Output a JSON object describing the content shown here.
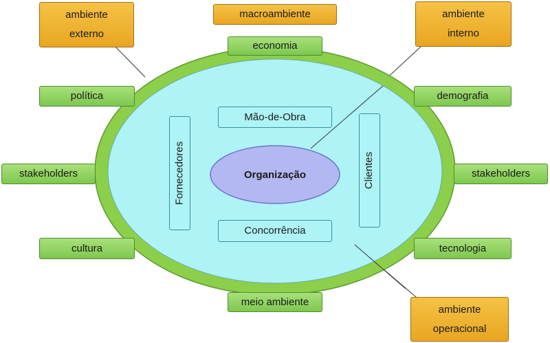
{
  "orange": {
    "ambiente_externo": [
      "ambiente",
      "externo"
    ],
    "macroambiente": "macroambiente",
    "ambiente_interno": [
      "ambiente",
      "interno"
    ],
    "ambiente_operacional": [
      "ambiente",
      "operacional"
    ]
  },
  "outer_ring": {
    "economia": "economia",
    "politica": "política",
    "demografia": "demografia",
    "stakeholders_left": "stakeholders",
    "stakeholders_right": "stakeholders",
    "cultura": "cultura",
    "tecnologia": "tecnologia",
    "meio_ambiente": "meio ambiente"
  },
  "inner": {
    "mao_de_obra": "Mão-de-Obra",
    "concorrencia": "Concorrência",
    "fornecedores": "Fornecedores",
    "clientes": "Clientes",
    "organizacao": "Organização"
  },
  "colors": {
    "ring": "#8ccf4a",
    "inner_fill": "#aef3f6",
    "organization_fill": "#b3b8f2",
    "green_box": "#8fd460",
    "orange_box": "#f0b530"
  }
}
